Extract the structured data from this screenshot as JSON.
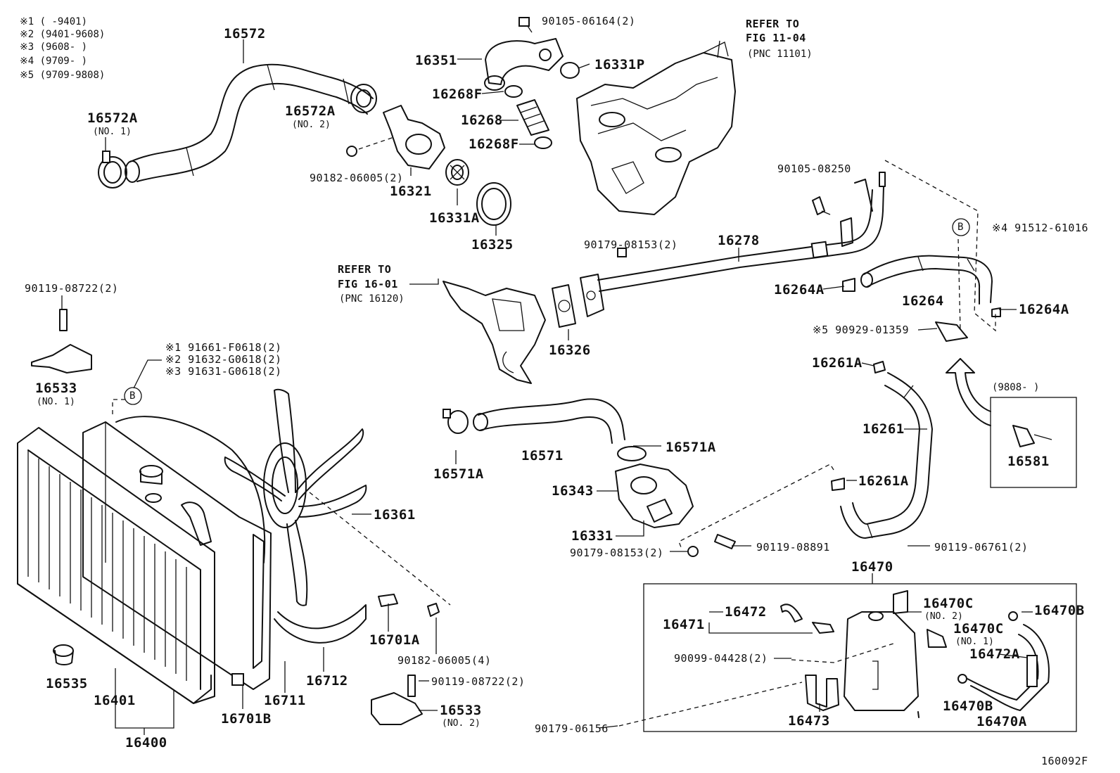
{
  "legend": {
    "note1": "※1 (     -9401)",
    "note2": "※2 (9401-9608)",
    "note3": "※3 (9608-      )",
    "note4": "※4 (9709-      )",
    "note5": "※5 (9709-9808)"
  },
  "refs": {
    "fig1104_a": "REFER TO",
    "fig1104_b": "FIG 11-04",
    "fig1104_c": "(PNC 11101)",
    "fig1601_a": "REFER TO",
    "fig1601_b": "FIG 16-01",
    "fig1601_c": "(PNC 16120)"
  },
  "parts": {
    "p16572": "16572",
    "p16572A1": "16572A",
    "p16572A1_sub": "(NO. 1)",
    "p16572A2": "16572A",
    "p16572A2_sub": "(NO. 2)",
    "p90182_06005_2": "90182-06005(2)",
    "p16321": "16321",
    "p16331A": "16331A",
    "p16325": "16325",
    "p90105_06164": "90105-06164(2)",
    "p16351": "16351",
    "p16331P": "16331P",
    "p16268F_a": "16268F",
    "p16268": "16268",
    "p16268F_b": "16268F",
    "p90105_08250": "90105-08250",
    "p90179_08153_a": "90179-08153(2)",
    "p16278": "16278",
    "p16326": "16326",
    "p16264": "16264",
    "p16264A_l": "16264A",
    "p16264A_r": "16264A",
    "p91512": "※4 91512-61016",
    "p90929": "※5 90929-01359",
    "p90119_08722_top": "90119-08722(2)",
    "p16533_1": "16533",
    "p16533_1_sub": "(NO. 1)",
    "p91661": "※1 91661-F0618(2)",
    "p91632": "※2 91632-G0618(2)",
    "p91631": "※3 91631-G0618(2)",
    "p16571A_l": "16571A",
    "p16571": "16571",
    "p16571A_r": "16571A",
    "p16343": "16343",
    "p16331": "16331",
    "p90179_08153_b": "90179-08153(2)",
    "p90119_08891": "90119-08891",
    "p16361": "16361",
    "p16261A_top": "16261A",
    "p16261": "16261",
    "p16261A_mid": "16261A",
    "p16581_range": "(9808-      )",
    "p16581": "16581",
    "p16535": "16535",
    "p16401": "16401",
    "p16400": "16400",
    "p16711": "16711",
    "p16701B": "16701B",
    "p16712": "16712",
    "p16701A": "16701A",
    "p90182_06005_4": "90182-06005(4)",
    "p90119_08722_bot": "90119-08722(2)",
    "p16533_2": "16533",
    "p16533_2_sub": "(NO. 2)",
    "p16470": "16470",
    "p90119_06761": "90119-06761(2)",
    "p16471": "16471",
    "p16472": "16472",
    "p16470C_2": "16470C",
    "p16470C_2_sub": "(NO. 2)",
    "p16470C_1": "16470C",
    "p16470C_1_sub": "(NO. 1)",
    "p16470B_top": "16470B",
    "p16472A": "16472A",
    "p16470B_bot": "16470B",
    "p16470A": "16470A",
    "p90099_04428": "90099-04428(2)",
    "p16473": "16473",
    "p90179_06156": "90179-06156"
  },
  "callout_b": "B",
  "figure_id": "160092F"
}
